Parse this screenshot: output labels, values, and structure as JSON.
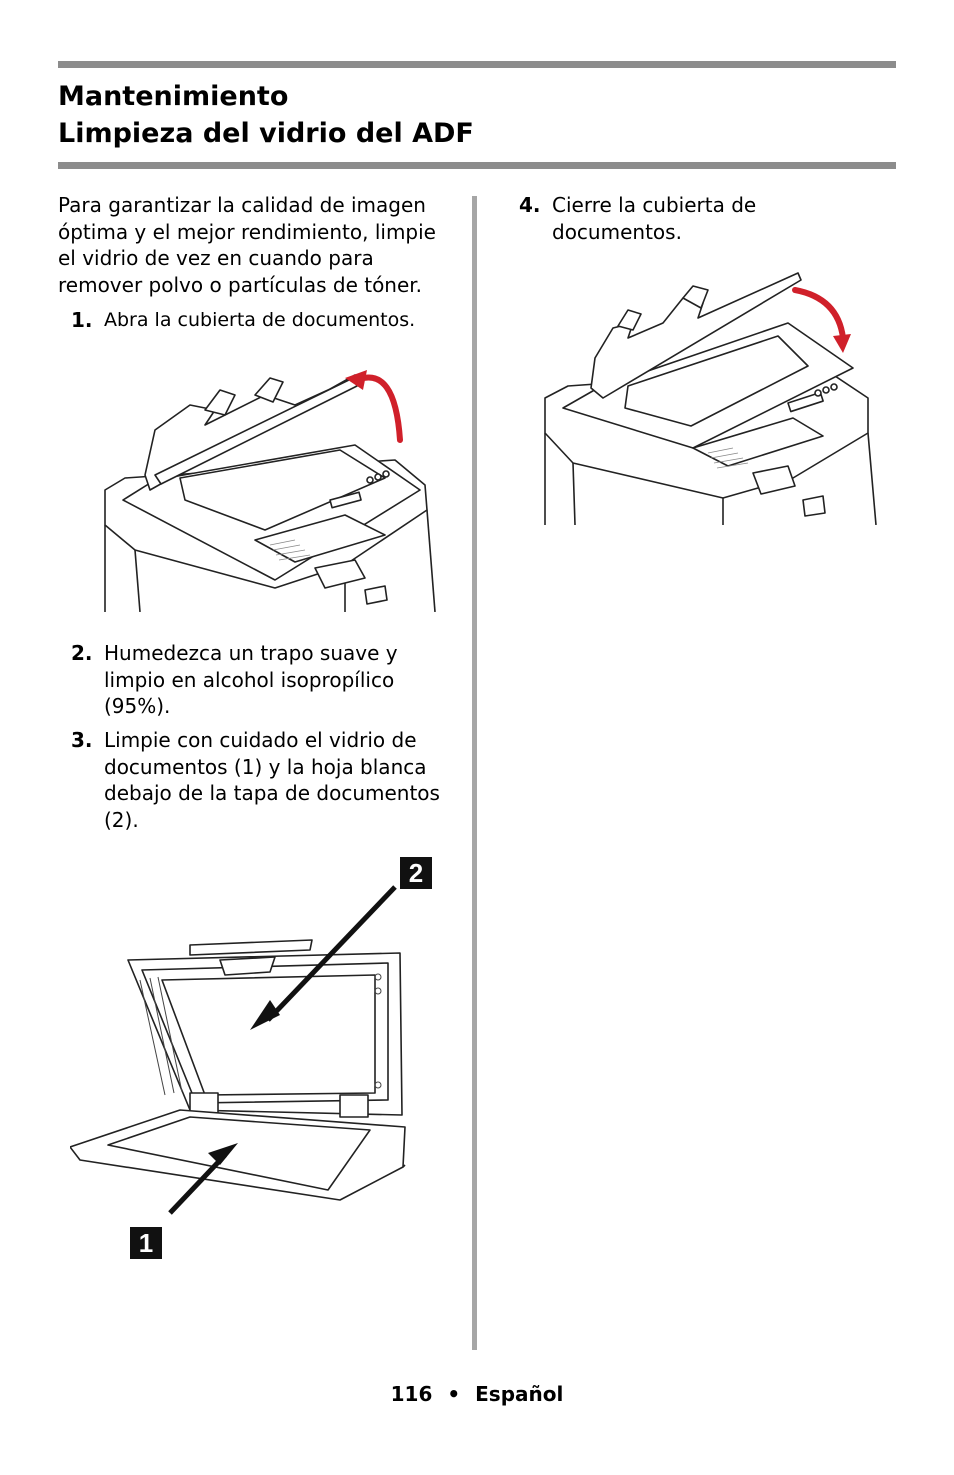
{
  "header": {
    "title_line1": "Mantenimiento",
    "title_line2": "Limpieza del vidrio del ADF"
  },
  "intro": "Para garantizar la calidad de imagen óptima y el mejor rendimiento, limpie el vidrio de vez en cuando para remover polvo o partículas de tóner.",
  "steps": [
    {
      "num": "1.",
      "text": "Abra la cubierta de documentos."
    },
    {
      "num": "2.",
      "text": "Humedezca un trapo suave y limpio en alcohol isopropílico (95%)."
    },
    {
      "num": "3.",
      "text": "Limpie con cuidado el vidrio de documentos (1)  y la hoja blanca debajo de la tapa de documentos (2)."
    },
    {
      "num": "4.",
      "text": "Cierre la cubierta de documentos."
    }
  ],
  "figure_callouts": {
    "glass": "1",
    "white_sheet": "2"
  },
  "footer": {
    "page": "116",
    "separator": "•",
    "language": "Español"
  },
  "colors": {
    "rule": "#8c8c8c",
    "divider": "#a6a6a6",
    "arrow": "#d0202a"
  }
}
